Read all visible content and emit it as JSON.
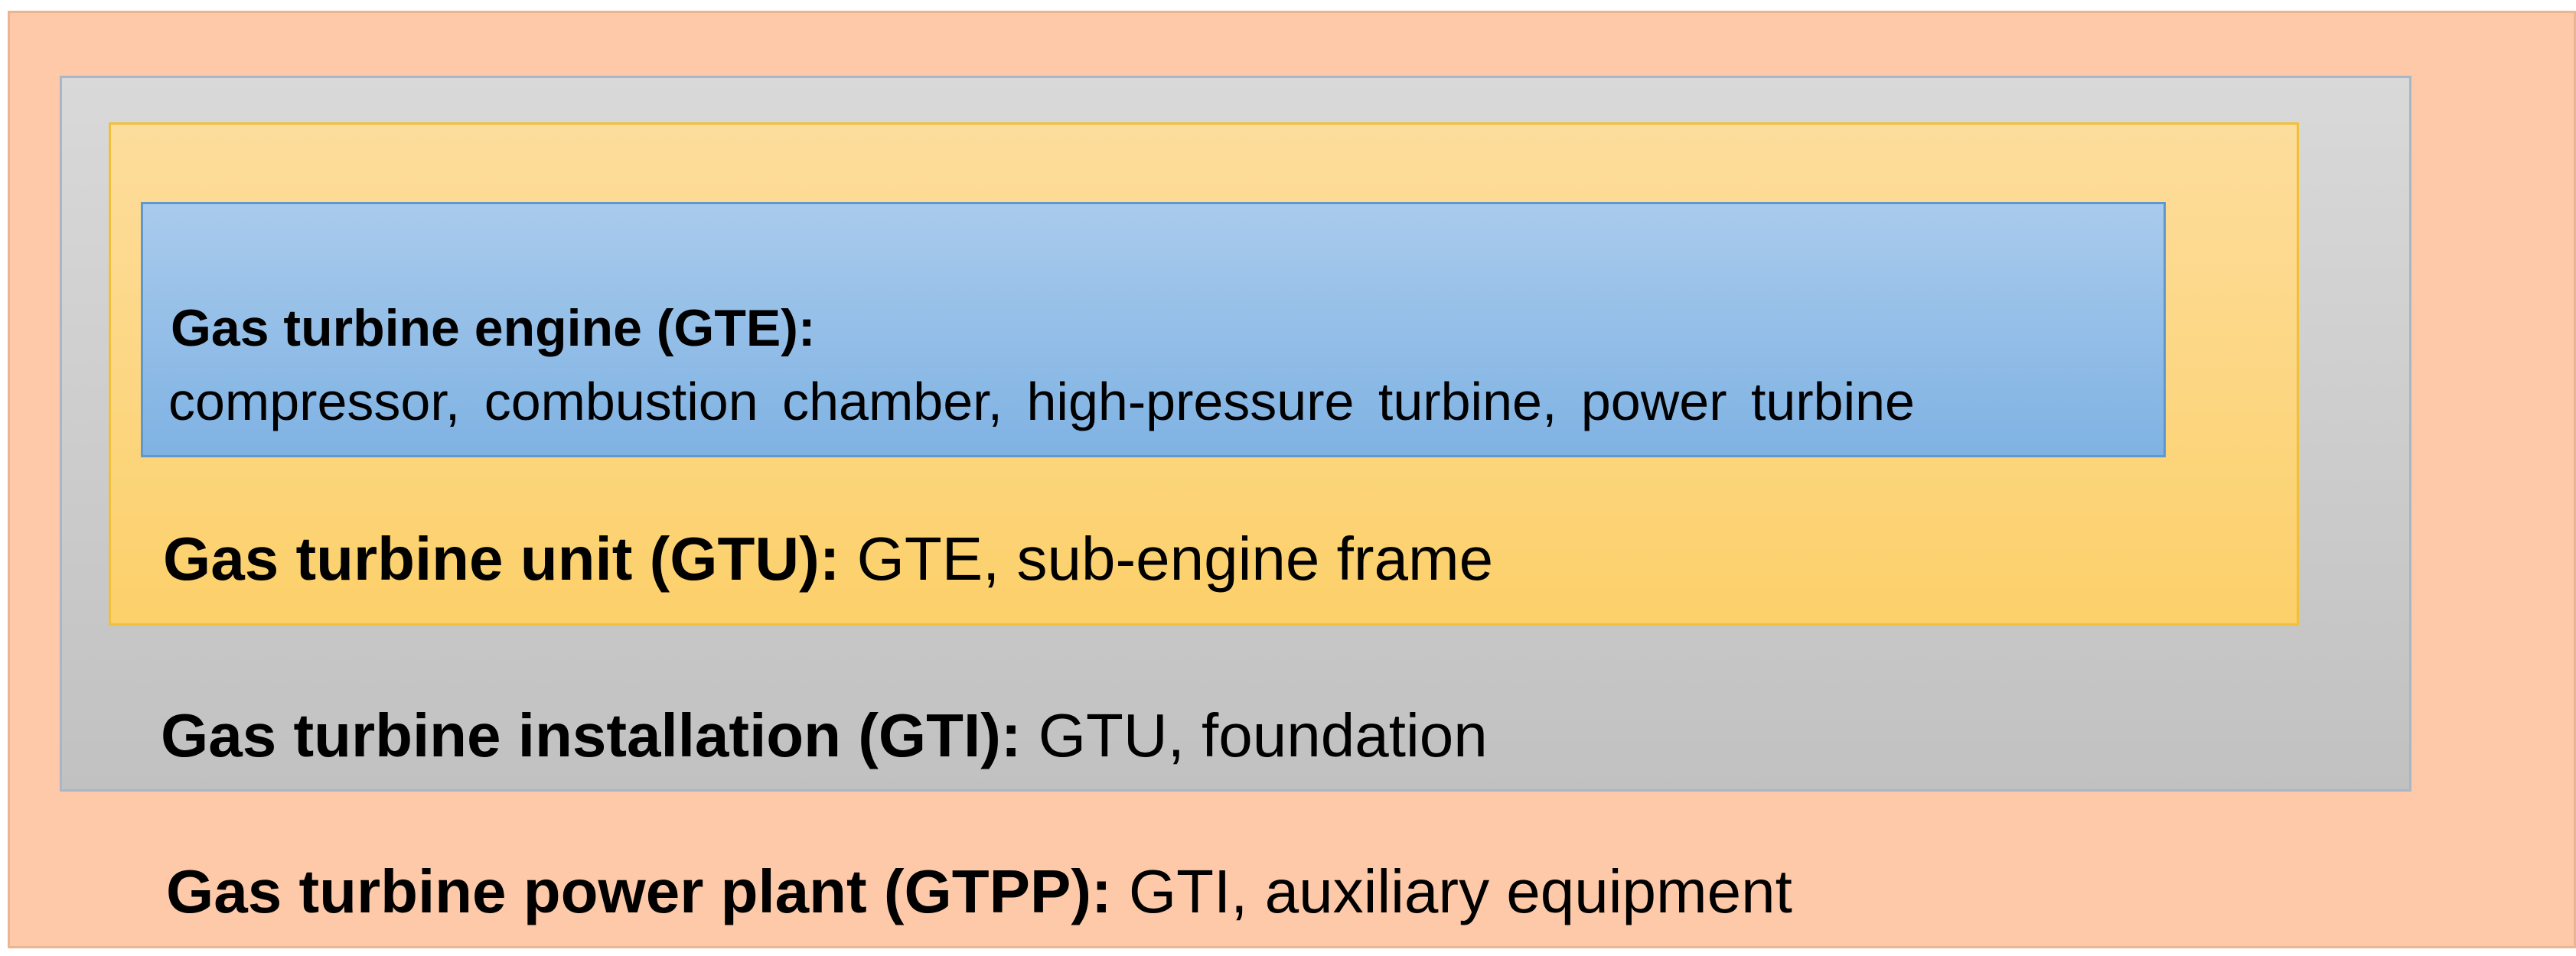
{
  "diagram": {
    "levels": [
      {
        "id": "gtpp",
        "title": "Gas turbine power plant (GTPP):",
        "components": " GTI, auxiliary equipment",
        "color": "#fdc9a8"
      },
      {
        "id": "gti",
        "title": "Gas turbine installation (GTI):",
        "components": " GTU, foundation",
        "color": "#c8c8c8"
      },
      {
        "id": "gtu",
        "title": "Gas turbine unit (GTU):",
        "components": " GTE, sub-engine frame",
        "color": "#fcd47e"
      },
      {
        "id": "gte",
        "title": "Gas turbine engine (GTE):",
        "components": "compressor, combustion chamber, high-pressure turbine, power turbine",
        "color": "#93bfe8"
      }
    ]
  }
}
